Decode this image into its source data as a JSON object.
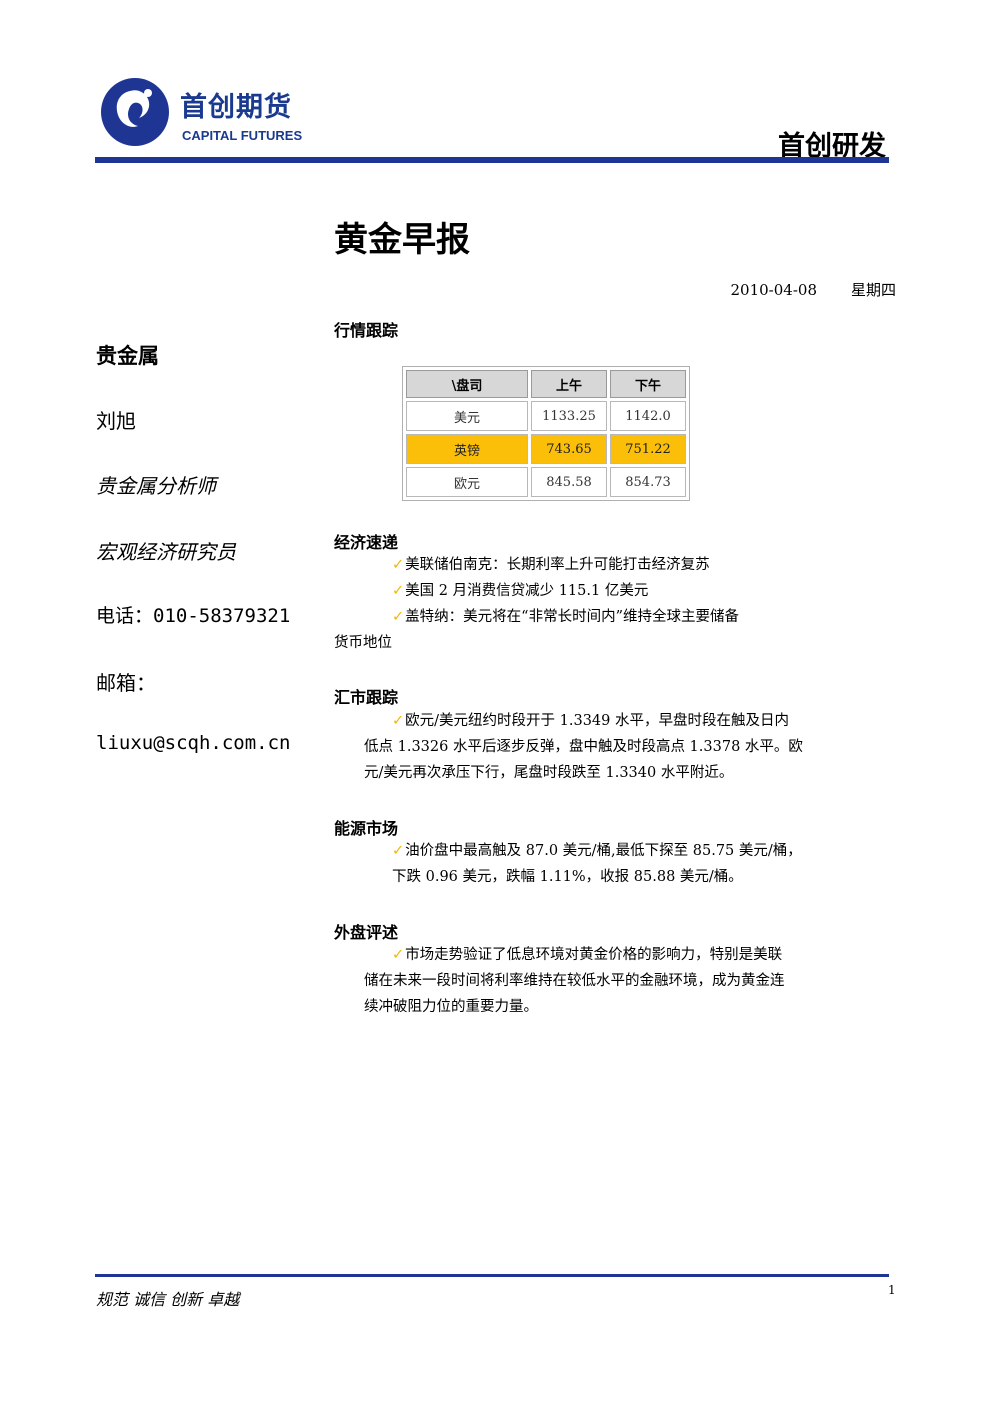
{
  "header": {
    "logo_cn": "首创期货",
    "logo_en": "CAPITAL FUTURES",
    "department": "首创研发",
    "colors": {
      "brand_blue": "#1f3594",
      "highlight": "#fbbf09",
      "check": "#f2b705"
    }
  },
  "title": "黄金早报",
  "date": "2010-04-08",
  "weekday": "星期四",
  "sidebar": {
    "category": "贵金属",
    "author": "刘旭",
    "role1": "贵金属分析师",
    "role2": "宏观经济研究员",
    "phone": "电话：010-58379321",
    "email_label": "邮箱：",
    "email": "liuxu@scqh.com.cn"
  },
  "market": {
    "heading": "行情跟踪",
    "table": {
      "headers": [
        "\\盘司",
        "上午",
        "下午"
      ],
      "rows": [
        {
          "label": "美元",
          "am": "1133.25",
          "pm": "1142.0"
        },
        {
          "label": "英镑",
          "am": "743.65",
          "pm": "751.22"
        },
        {
          "label": "欧元",
          "am": "845.58",
          "pm": "854.73"
        }
      ]
    }
  },
  "economy": {
    "heading": "经济速递",
    "items": [
      "美联储伯南克：长期利率上升可能打击经济复苏",
      "美国 2 月消费信贷减少 115.1 亿美元",
      "盖特纳：美元将在“非常长时间内”维持全球主要储备"
    ],
    "continuation": "货币地位"
  },
  "fx": {
    "heading": "汇市跟踪",
    "lines": [
      "欧元/美元纽约时段开于 1.3349 水平，早盘时段在触及日内",
      "低点 1.3326 水平后逐步反弹，盘中触及时段高点 1.3378 水平。欧",
      "元/美元再次承压下行，尾盘时段跌至 1.3340 水平附近。"
    ]
  },
  "energy": {
    "heading": "能源市场",
    "lines": [
      "油价盘中最高触及 87.0 美元/桶,最低下探至 85.75 美元/桶，",
      "下跌 0.96 美元，跌幅 1.11%，收报 85.88 美元/桶。"
    ]
  },
  "outlook": {
    "heading": "外盘评述",
    "lines": [
      "市场走势验证了低息环境对黄金价格的影响力，特别是美联",
      "储在未来一段时间将利率维持在较低水平的金融环境，成为黄金连",
      "续冲破阻力位的重要力量。"
    ]
  },
  "footer": {
    "slogan": "规范 诚信 创新 卓越",
    "page": "1"
  }
}
